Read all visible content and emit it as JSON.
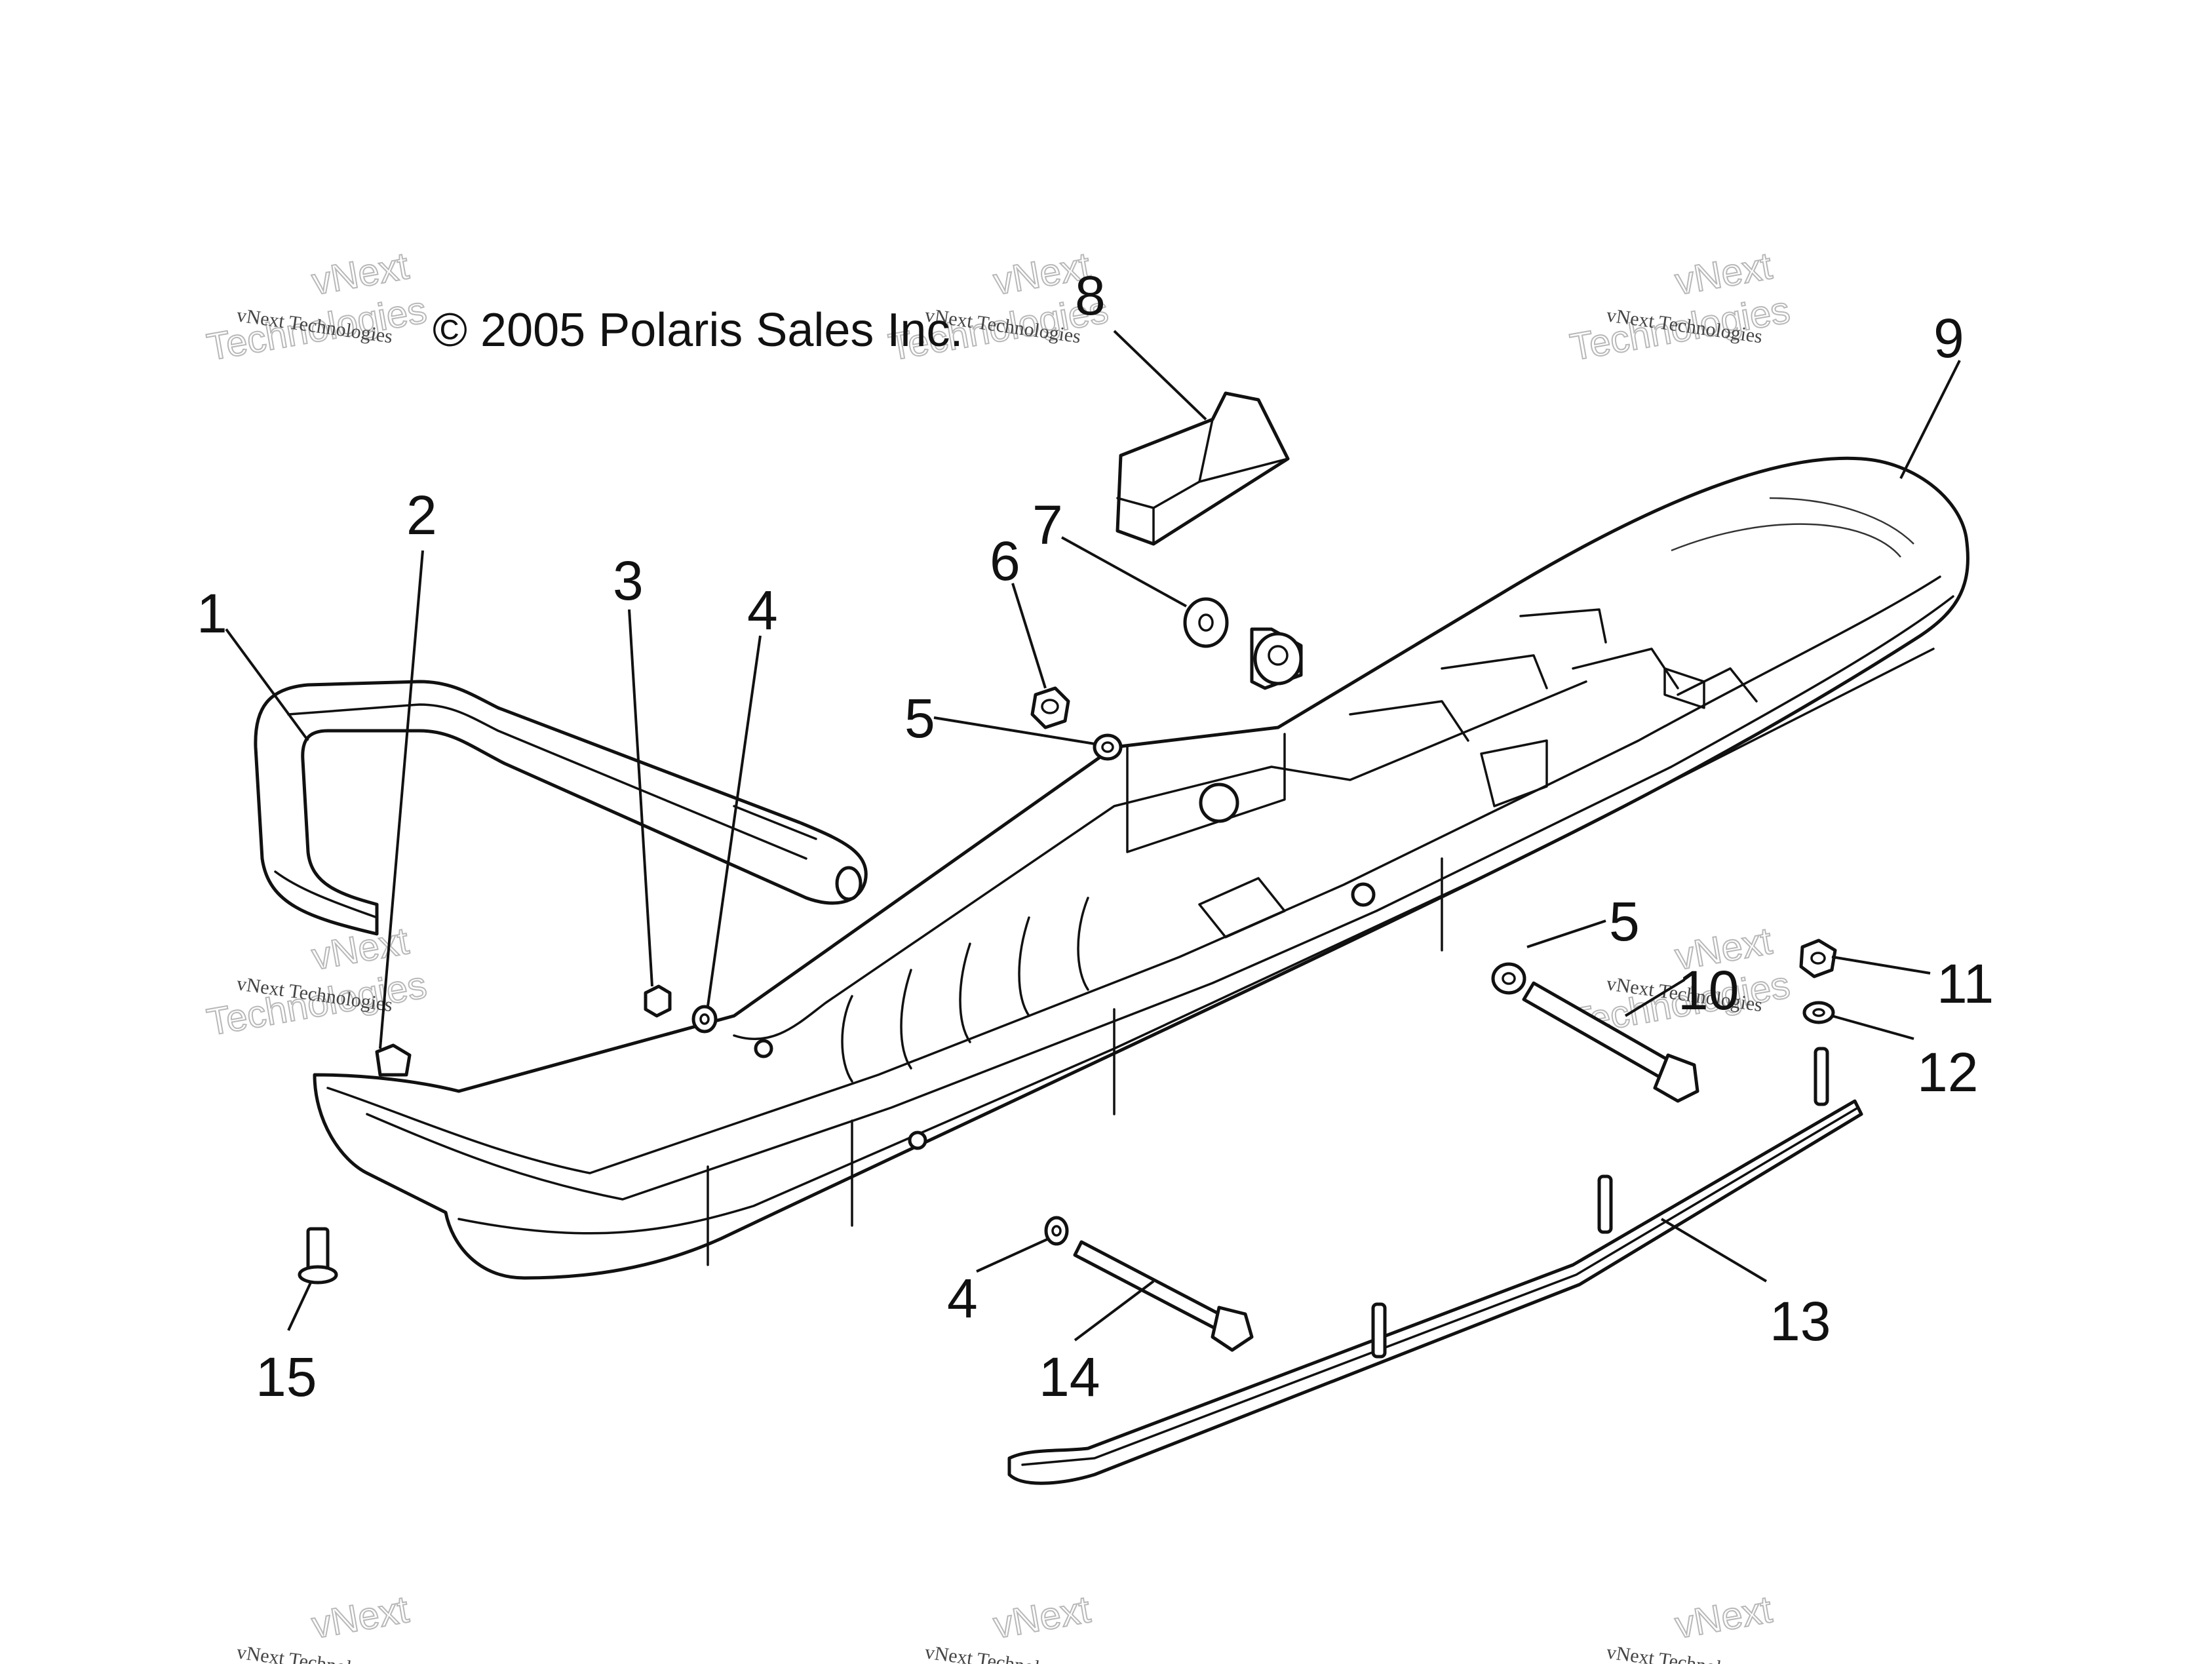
{
  "copyright": "© 2005 Polaris Sales Inc.",
  "watermark": {
    "line1": "vNext",
    "line2": "Technologies",
    "small": "vNext Technologies"
  },
  "callouts": [
    {
      "id": "c1",
      "label": "1"
    },
    {
      "id": "c2",
      "label": "2"
    },
    {
      "id": "c3",
      "label": "3"
    },
    {
      "id": "c4a",
      "label": "4"
    },
    {
      "id": "c4b",
      "label": "4"
    },
    {
      "id": "c5a",
      "label": "5"
    },
    {
      "id": "c5b",
      "label": "5"
    },
    {
      "id": "c6",
      "label": "6"
    },
    {
      "id": "c7",
      "label": "7"
    },
    {
      "id": "c8",
      "label": "8"
    },
    {
      "id": "c9",
      "label": "9"
    },
    {
      "id": "c10",
      "label": "10"
    },
    {
      "id": "c11",
      "label": "11"
    },
    {
      "id": "c12",
      "label": "12"
    },
    {
      "id": "c13",
      "label": "13"
    },
    {
      "id": "c14",
      "label": "14"
    },
    {
      "id": "c15",
      "label": "15"
    }
  ]
}
